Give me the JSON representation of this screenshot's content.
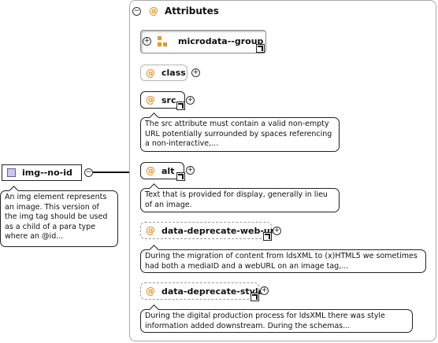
{
  "attributes_panel": {
    "title": "Attributes",
    "collapse_glyph": "−"
  },
  "group": {
    "name": "microdata--group",
    "expand_glyph": "+"
  },
  "element": {
    "name": "img--no-id",
    "collapse_glyph": "−",
    "doc": "An img element represents an image. This version of the img tag should be used as a child of a para type where an @id..."
  },
  "attributes": [
    {
      "at": "@",
      "name": "class",
      "doc": ""
    },
    {
      "at": "@",
      "name": "src",
      "doc": "The src attribute must contain a valid non-empty URL potentially surrounded by spaces referencing a non-interactive,..."
    },
    {
      "at": "@",
      "name": "alt",
      "doc": "Text that is provided for display, generally in lieu of an image."
    },
    {
      "at": "@",
      "name": "data-deprecate-web-url",
      "doc": "During the migration of content from ldsXML to (x)HTML5 we sometimes had both a mediaID and a webURL on an image tag,..."
    },
    {
      "at": "@",
      "name": "data-deprecate-style",
      "doc": "During the digital production process for ldsXML there was style information added downstream. During the schemas..."
    }
  ],
  "expand_glyph": "+",
  "colors": {
    "accent": "#e8962c",
    "element_icon": "#cfc6ee",
    "border_light": "#b5b5b5",
    "border_dark": "#222222"
  }
}
